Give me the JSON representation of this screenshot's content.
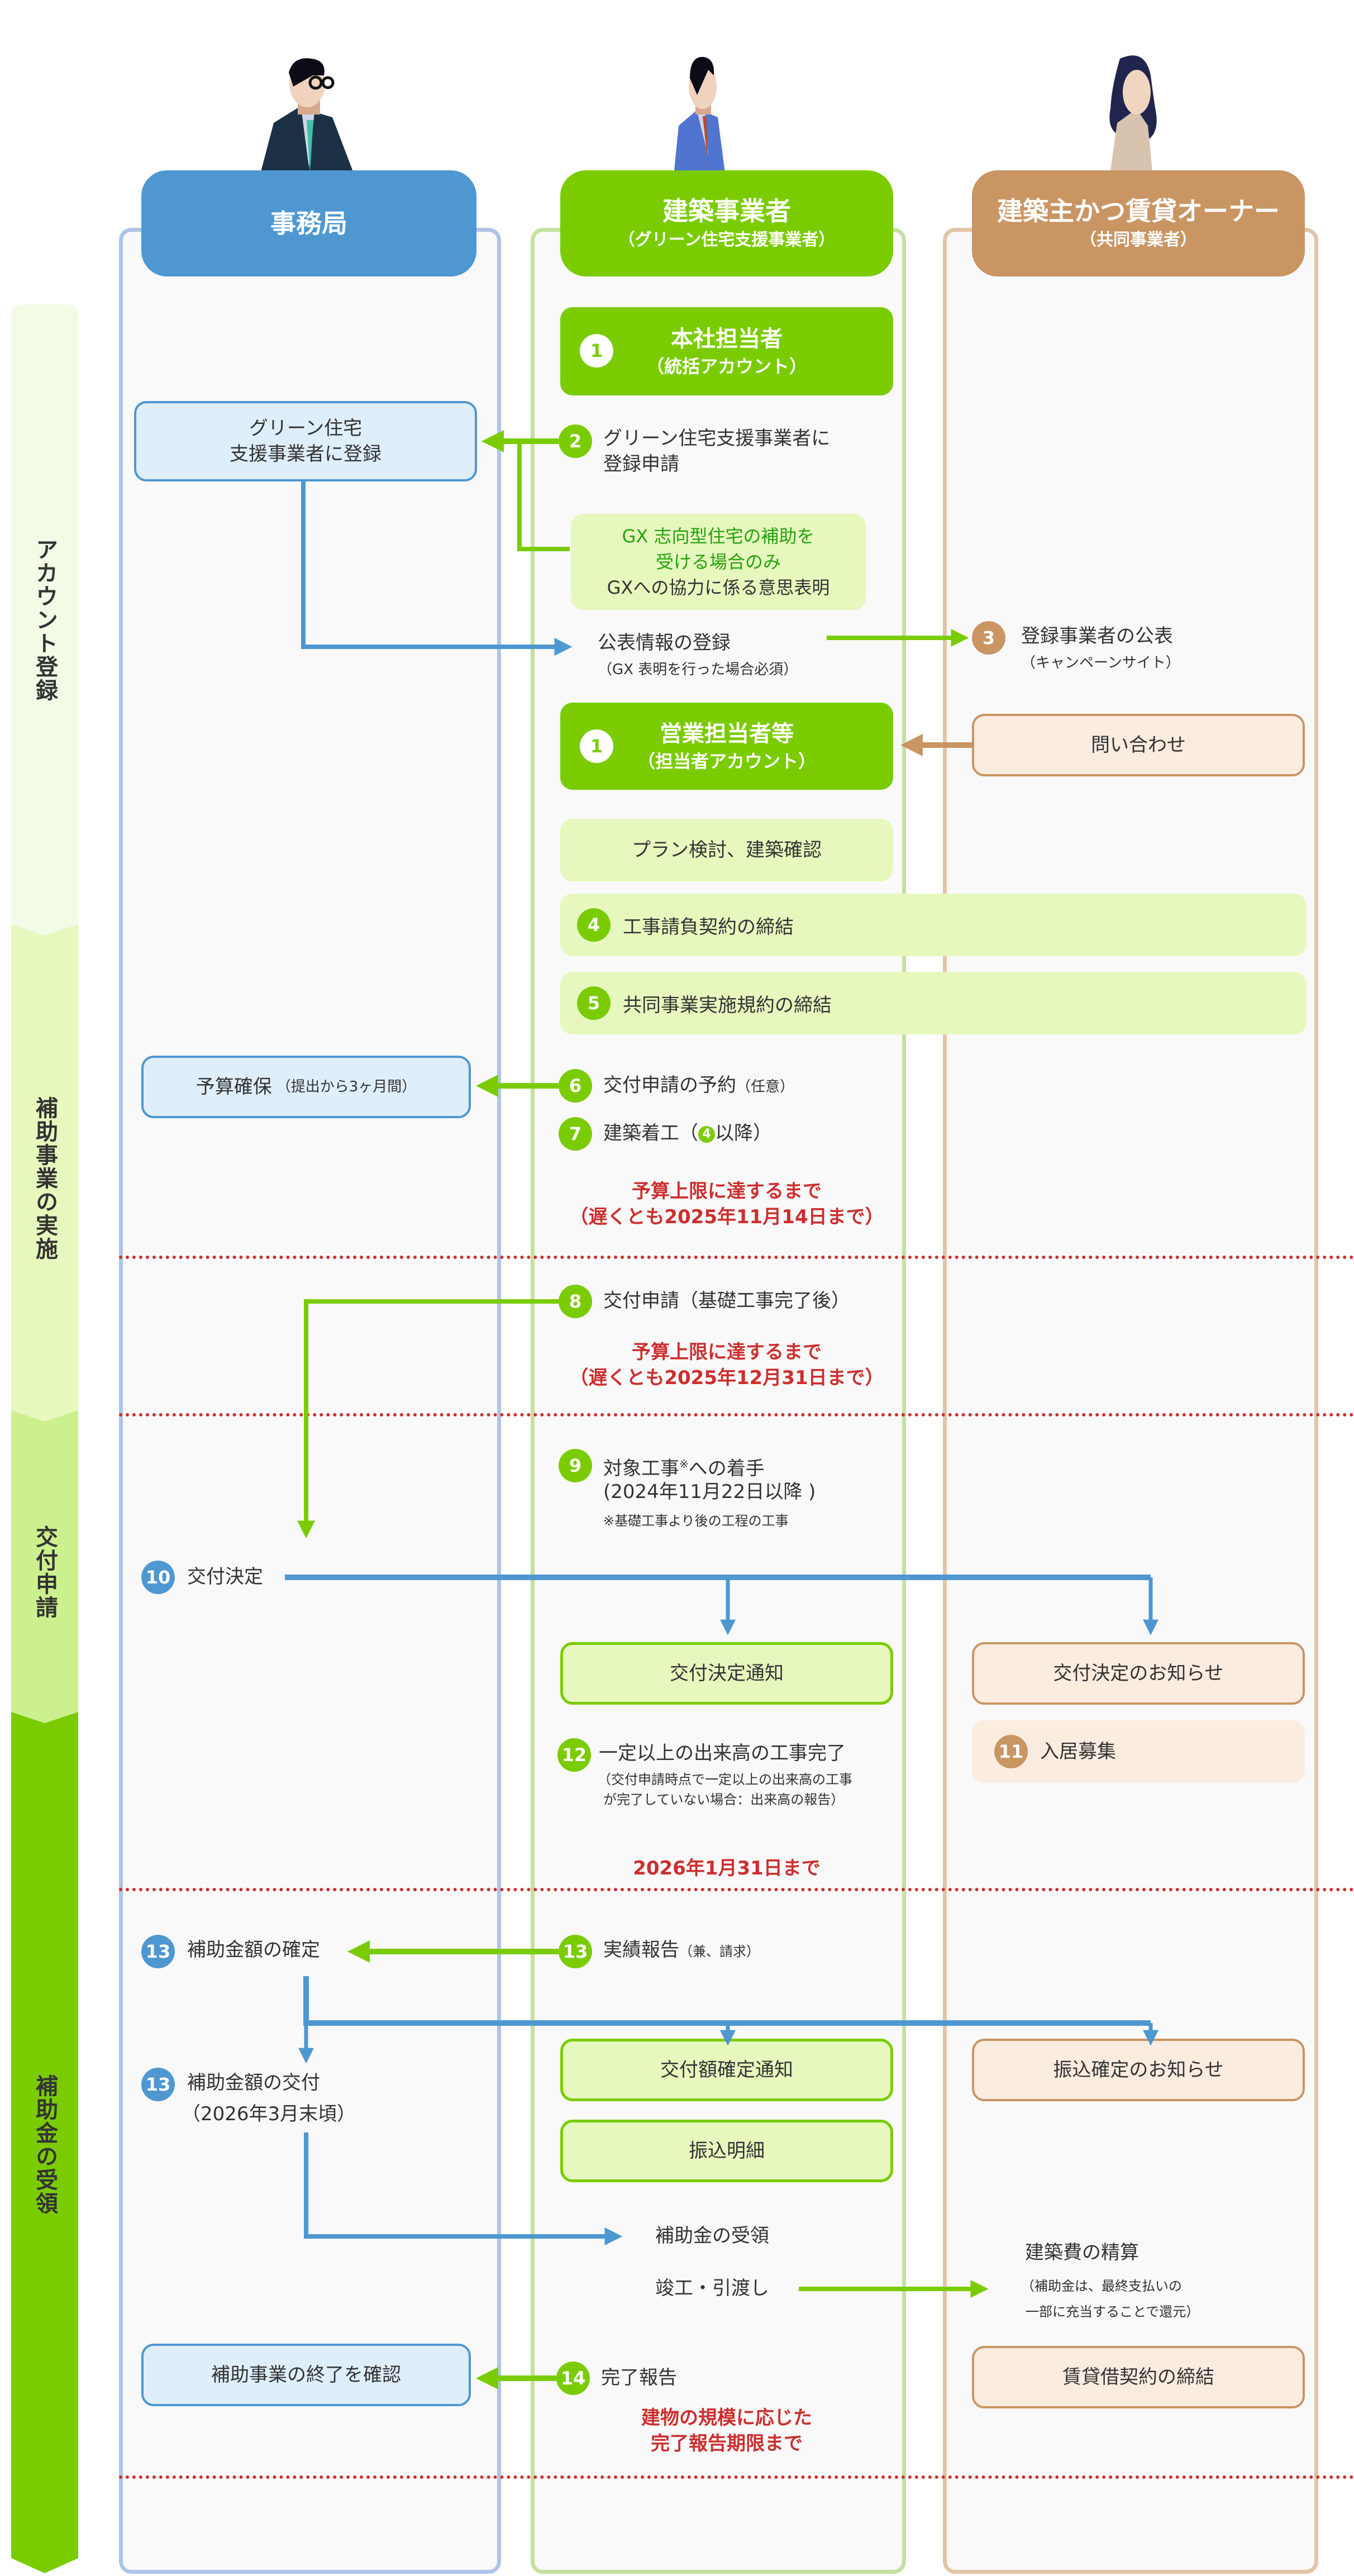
{
  "columns": [
    {
      "title": "事務局",
      "subtitle": "",
      "color": "#4e97d1"
    },
    {
      "title": "建築事業者",
      "subtitle": "（グリーン住宅支援事業者）",
      "color": "#7acc00"
    },
    {
      "title": "建築主かつ賃貸オーナー",
      "subtitle": "（共同事業者）",
      "color": "#c99563"
    }
  ],
  "phases": [
    {
      "label": "アカウント登録"
    },
    {
      "label": "補助事業の実施"
    },
    {
      "label": "交付申請"
    },
    {
      "label": "補助金の受領"
    }
  ],
  "steps": {
    "s1_head": {
      "num": "1",
      "title": "本社担当者",
      "sub": "（統括アカウント）"
    },
    "s2": {
      "num": "2",
      "line1": "グリーン住宅支援事業者に",
      "line2": "登録申請"
    },
    "office_register": {
      "line1": "グリーン住宅",
      "line2": "支援事業者に登録"
    },
    "gx_note": {
      "line1": "GX 志向型住宅の補助を",
      "line2": "受ける場合のみ",
      "line3": "GXへの協力に係る意思表明"
    },
    "public_info": {
      "title": "公表情報の登録",
      "note": "（GX 表明を行った場合必須）"
    },
    "s3": {
      "num": "3",
      "title": "登録事業者の公表",
      "note": "（キャンペーンサイト）"
    },
    "s1_sales": {
      "num": "1",
      "title": "営業担当者等",
      "sub": "（担当者アカウント）"
    },
    "inquiry": {
      "label": "問い合わせ"
    },
    "plan": {
      "label": "プラン検討、建築確認"
    },
    "s4": {
      "num": "4",
      "label": "工事請負契約の締結"
    },
    "s5": {
      "num": "5",
      "label": "共同事業実施規約の締結"
    },
    "budget": {
      "label": "予算確保",
      "note": "（提出から3ヶ月間）"
    },
    "s6": {
      "num": "6",
      "label": "交付申請の予約",
      "note": "（任意）"
    },
    "s7": {
      "num": "7",
      "label_pre": "建築着工（",
      "ref": "4",
      "label_post": "以降）"
    },
    "deadline1": {
      "line1": "予算上限に達するまで",
      "line2": "（遅くとも2025年11月14日まで）"
    },
    "s8": {
      "num": "8",
      "label": "交付申請（基礎工事完了後）"
    },
    "deadline2": {
      "line1": "予算上限に達するまで",
      "line2": "（遅くとも2025年12月31日まで）"
    },
    "s9": {
      "num": "9",
      "label_pre": "対象工事",
      "mark": "※",
      "label_post": "への着手",
      "date": "(2024年11月22日以降 )",
      "note": "※基礎工事より後の工程の工事"
    },
    "s10": {
      "num": "10",
      "label": "交付決定"
    },
    "notice_decision": {
      "label": "交付決定通知"
    },
    "owner_notice_decision": {
      "label": "交付決定のお知らせ"
    },
    "s11": {
      "num": "11",
      "label": "入居募集"
    },
    "s12": {
      "num": "12",
      "label": "一定以上の出来高の工事完了",
      "note1": "（交付申請時点で一定以上の出来高の工事",
      "note2": "が完了していない場合：出来高の報告）"
    },
    "deadline3": {
      "line1": "2026年1月31日まで"
    },
    "s13_confirm": {
      "num": "13",
      "label": "補助金額の確定"
    },
    "s13_report": {
      "num": "13",
      "label": "実績報告",
      "note": "（兼、請求）"
    },
    "amount_notice": {
      "label": "交付額確定通知"
    },
    "owner_transfer_notice": {
      "label": "振込確定のお知らせ"
    },
    "s13_pay": {
      "num": "13",
      "label": "補助金額の交付",
      "note": "（2026年3月末頃）"
    },
    "transfer_detail": {
      "label": "振込明細"
    },
    "receive": {
      "label": "補助金の受領"
    },
    "handover": {
      "label": "竣工・引渡し"
    },
    "settlement": {
      "title": "建築費の精算",
      "note1": "（補助金は、最終支払いの",
      "note2": "一部に充当することで還元）"
    },
    "end_confirm": {
      "label": "補助事業の終了を確認"
    },
    "s14": {
      "num": "14",
      "label": "完了報告"
    },
    "lease": {
      "label": "賃貸借契約の締結"
    },
    "deadline4": {
      "line1": "建物の規模に応じた",
      "line2": "完了報告期限まで"
    }
  },
  "colors": {
    "green": "#7acc00",
    "blue": "#4e97d1",
    "brown": "#c99563",
    "red": "#cc2e2e",
    "light_green": "#e6f8be",
    "light_blue": "#dfeefb",
    "light_brown": "#fbece0"
  }
}
